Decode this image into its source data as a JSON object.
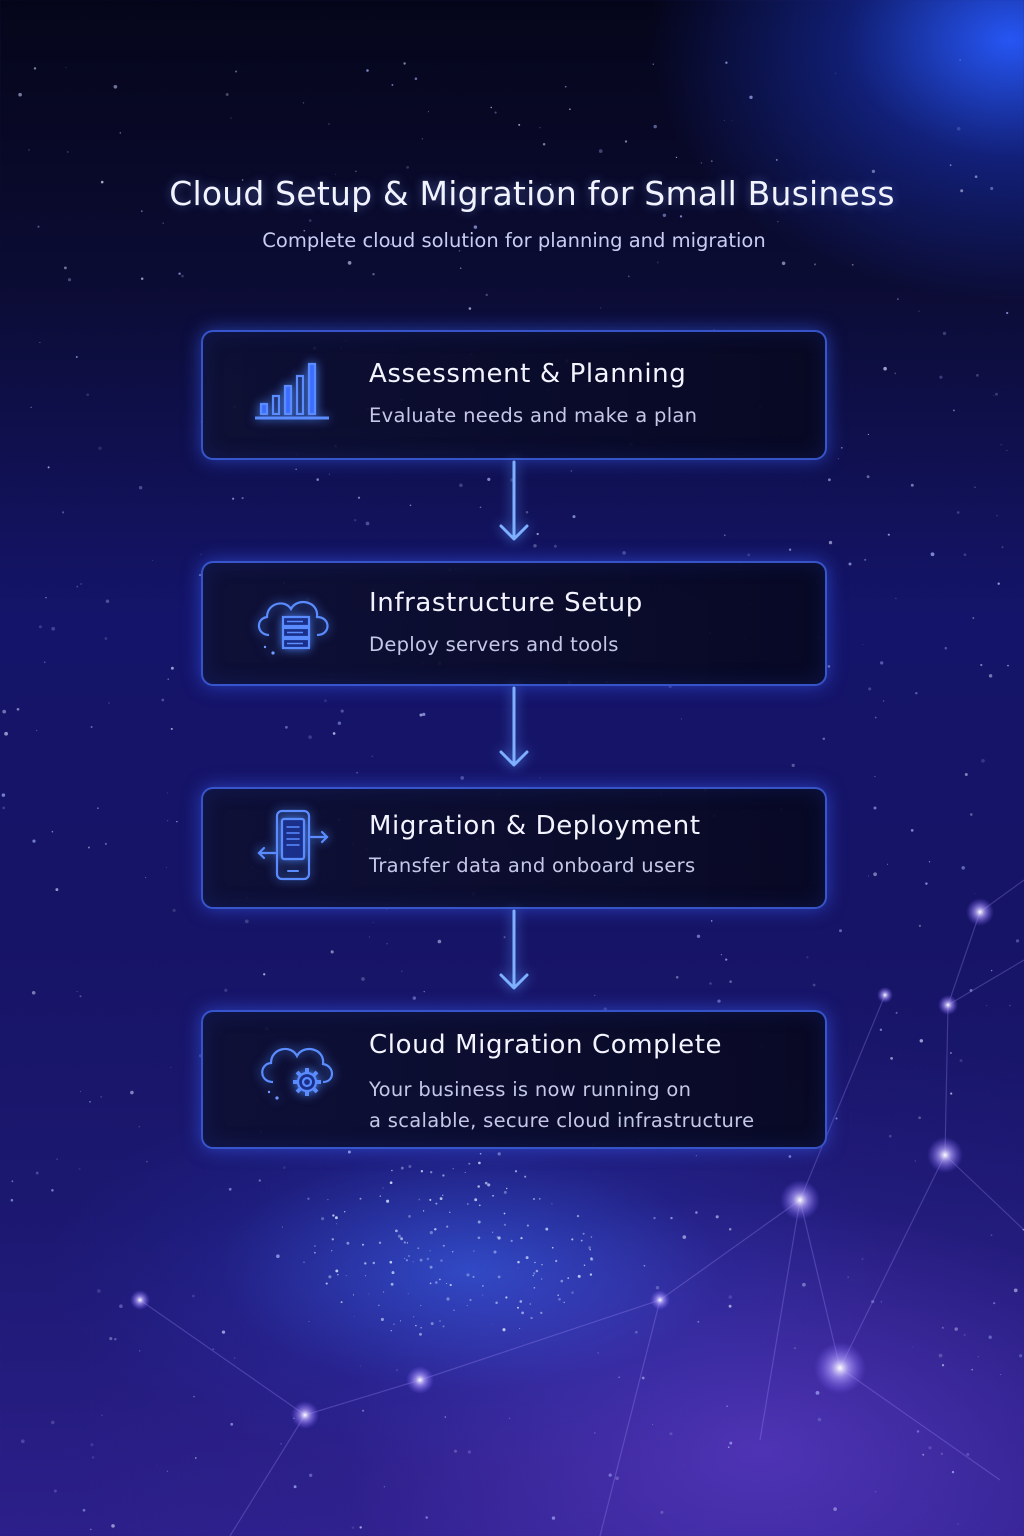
{
  "title": "Cloud Setup & Migration for Small Business",
  "subtitle": "Complete cloud solution for planning and migration",
  "steps": [
    {
      "heading": "Assessment & Planning",
      "description": "Evaluate needs and make a plan",
      "icon": "bar-chart-icon"
    },
    {
      "heading": "Infrastructure Setup",
      "description": "Deploy servers and tools",
      "icon": "cloud-server-icon"
    },
    {
      "heading": "Migration & Deployment",
      "description": "Transfer data and onboard users",
      "icon": "mobile-transfer-icon"
    },
    {
      "heading": "Cloud Migration Complete",
      "description_line1": "Your business is now running on",
      "description_line2": "a scalable, secure cloud infrastructure",
      "icon": "cloud-gear-icon"
    }
  ],
  "colors": {
    "accent": "#4a7dff",
    "card_border": "#3f63f0",
    "background": "#0f1050"
  }
}
